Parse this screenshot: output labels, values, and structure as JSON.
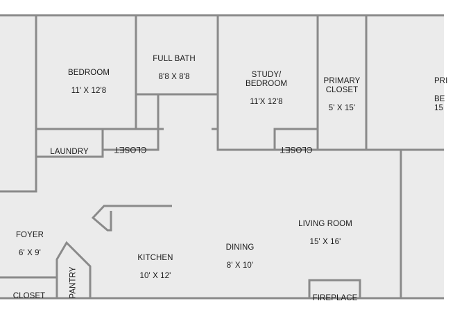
{
  "rooms": {
    "bedroom": {
      "name": "BEDROOM",
      "dims": "11' X 12'8"
    },
    "full_bath": {
      "name": "FULL BATH",
      "dims": "8'8 X 8'8"
    },
    "study": {
      "name": "STUDY/\nBEDROOM",
      "dims": "11'X 12'8"
    },
    "primary_closet": {
      "name": "PRIMARY\nCLOSET",
      "dims": "5' X 15'"
    },
    "primary_bedroom_partial": {
      "name": "PRI",
      "dims": "BE\n15"
    },
    "laundry": {
      "name": "LAUNDRY"
    },
    "closet_bedroom": {
      "name": "CLOSET"
    },
    "closet_study": {
      "name": "CLOSET"
    },
    "foyer": {
      "name": "FOYER",
      "dims": "6' X 9'"
    },
    "kitchen": {
      "name": "KITCHEN",
      "dims": "10' X 12'"
    },
    "dining": {
      "name": "DINING",
      "dims": "8' X 10'"
    },
    "living_room": {
      "name": "LIVING ROOM",
      "dims": "15' X 16'"
    },
    "closet_foyer": {
      "name": "CLOSET"
    },
    "pantry": {
      "name": "PANTRY"
    },
    "fireplace": {
      "name": "FIREPLACE"
    }
  }
}
